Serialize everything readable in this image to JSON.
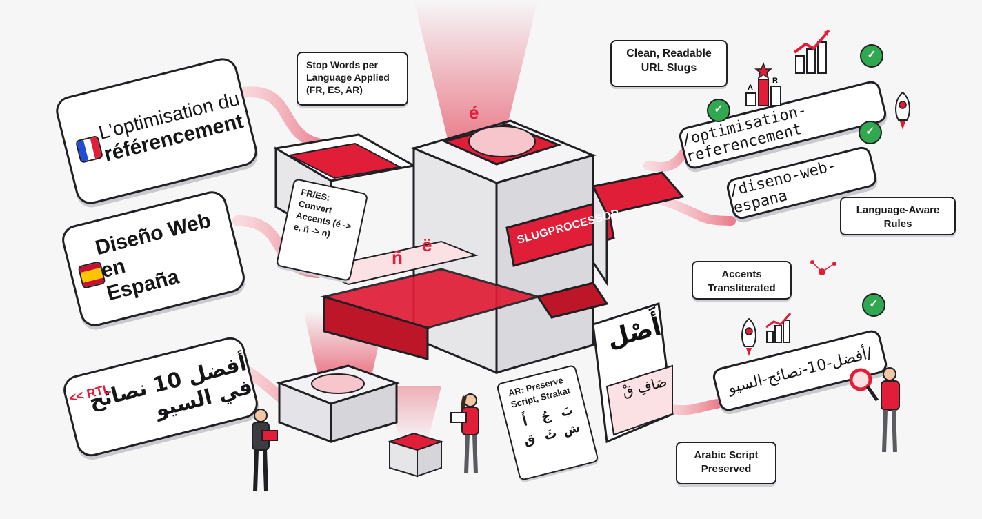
{
  "inputs": {
    "fr": {
      "line1": "L'optimisation du",
      "line2": "référencement"
    },
    "es": {
      "line1": "Diseño Web en",
      "line2": "España"
    },
    "ar": {
      "line1": "أفضل 10 نصائح في السيو"
    },
    "rtl_tag": "RTL"
  },
  "callouts": {
    "stop_words": "Stop Words per Language Applied (FR, ES, AR)",
    "fr_es": "FR/ES: Convert Accents (é -> e, ñ -> n)",
    "ar_rule": "AR: Preserve Script, Strakat",
    "clean_slugs": "Clean, Readable URL Slugs",
    "language_aware": "Language-Aware Rules",
    "accents": "Accents Transliterated",
    "arabic_preserved": "Arabic Script Preserved"
  },
  "machine": {
    "label": "SLUGPROCESSOR",
    "chars": [
      "é",
      "ñ",
      "ë"
    ],
    "ar_sample_big": "أَصْل",
    "ar_sample_small": "صَافِ قْ",
    "ar_chars": [
      "بَ",
      "جُ",
      "أَ",
      "ش",
      "ثَ",
      "ق"
    ]
  },
  "outputs": {
    "fr_slug": "/optimisation-referencement",
    "es_slug": "/diseno-web-espana",
    "ar_slug": "/أفضل-10-نصائح-السيو"
  },
  "icons": {
    "chart_letters": [
      "A",
      "R"
    ]
  },
  "colors": {
    "accent": "#e01e37",
    "accent_dark": "#a8121f",
    "ink": "#1f1f24",
    "check": "#2fa84f"
  }
}
